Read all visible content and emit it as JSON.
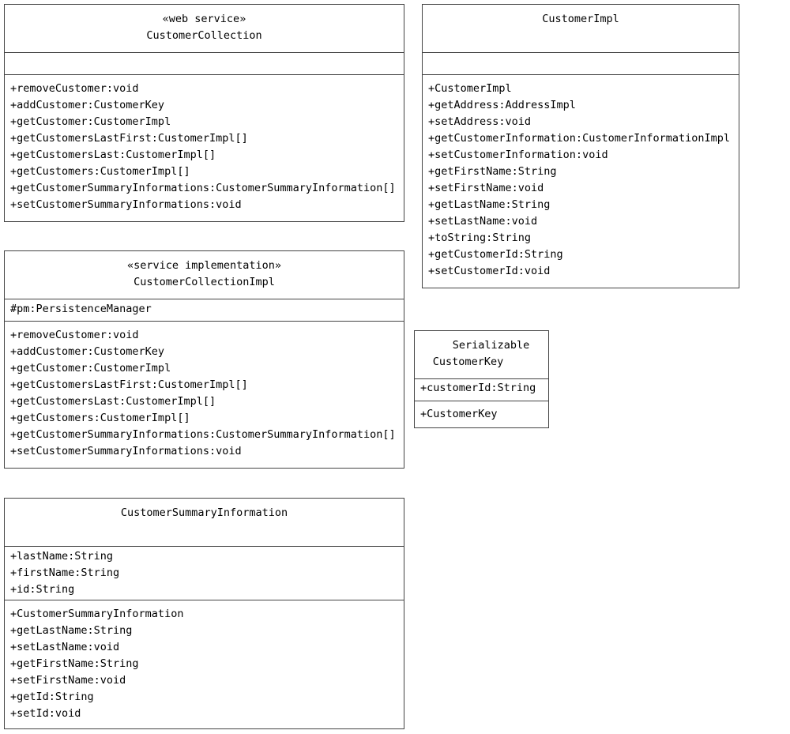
{
  "classes": {
    "customer_collection": {
      "stereotype": "«web service»",
      "name": "CustomerCollection",
      "attributes": [],
      "operations": [
        "+removeCustomer:void",
        "+addCustomer:CustomerKey",
        "+getCustomer:CustomerImpl",
        "+getCustomersLastFirst:CustomerImpl[]",
        "+getCustomersLast:CustomerImpl[]",
        "+getCustomers:CustomerImpl[]",
        "+getCustomerSummaryInformations:CustomerSummaryInformation[]",
        "+setCustomerSummaryInformations:void"
      ]
    },
    "customer_impl": {
      "stereotype": "",
      "name": "CustomerImpl",
      "attributes": [],
      "operations": [
        "+CustomerImpl",
        "+getAddress:AddressImpl",
        "+setAddress:void",
        "+getCustomerInformation:CustomerInformationImpl",
        "+setCustomerInformation:void",
        "+getFirstName:String",
        "+setFirstName:void",
        "+getLastName:String",
        "+setLastName:void",
        "+toString:String",
        "+getCustomerId:String",
        "+setCustomerId:void"
      ]
    },
    "customer_collection_impl": {
      "stereotype": "«service implementation»",
      "name": "CustomerCollectionImpl",
      "attributes": [
        "#pm:PersistenceManager"
      ],
      "operations": [
        "+removeCustomer:void",
        "+addCustomer:CustomerKey",
        "+getCustomer:CustomerImpl",
        "+getCustomersLastFirst:CustomerImpl[]",
        "+getCustomersLast:CustomerImpl[]",
        "+getCustomers:CustomerImpl[]",
        "+getCustomerSummaryInformations:CustomerSummaryInformation[]",
        "+setCustomerSummaryInformations:void"
      ]
    },
    "customer_key": {
      "stereotype": "Serializable",
      "name": "CustomerKey",
      "attributes": [
        "+customerId:String"
      ],
      "operations": [
        "+CustomerKey"
      ]
    },
    "customer_summary_information": {
      "stereotype": "",
      "name": "CustomerSummaryInformation",
      "attributes": [
        "+lastName:String",
        "+firstName:String",
        "+id:String"
      ],
      "operations": [
        "+CustomerSummaryInformation",
        "+getLastName:String",
        "+setLastName:void",
        "+getFirstName:String",
        "+setFirstName:void",
        "+getId:String",
        "+setId:void"
      ]
    }
  }
}
